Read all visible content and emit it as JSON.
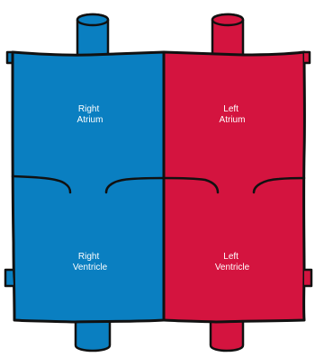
{
  "diagram": {
    "chambers": {
      "right_atrium": {
        "line1": "Right",
        "line2": "Atrium",
        "color": "#0a7fc1"
      },
      "left_atrium": {
        "line1": "Left",
        "line2": "Atrium",
        "color": "#d4143f"
      },
      "right_ventricle": {
        "line1": "Right",
        "line2": "Ventricle",
        "color": "#0a7fc1"
      },
      "left_ventricle": {
        "line1": "Left",
        "line2": "Ventricle",
        "color": "#d4143f"
      }
    },
    "outline_color": "#111111"
  }
}
